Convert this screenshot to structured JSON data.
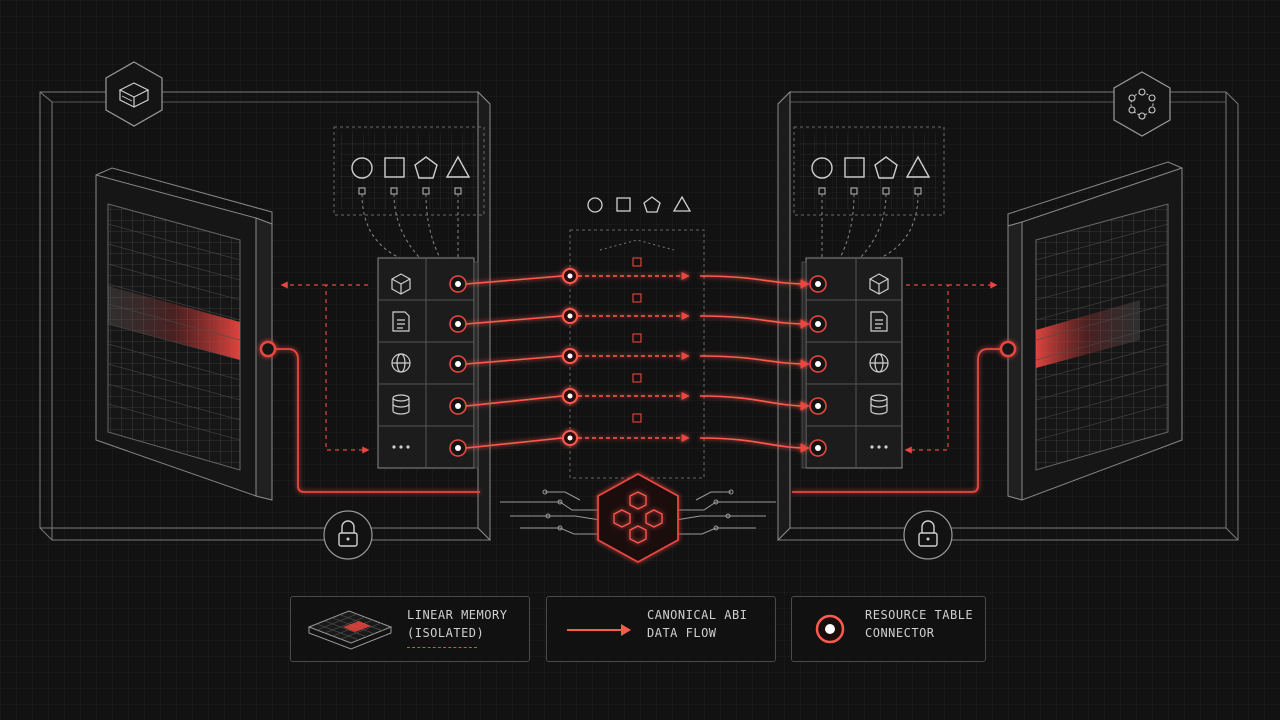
{
  "colors": {
    "background": "#121212",
    "line": "#8a8a8a",
    "accent_red": "#e8463f",
    "glow_red": "#ff5a4e"
  },
  "components": [
    {
      "side": "left",
      "badge_icon": "box-stack-icon",
      "lock_icon": "lock-icon"
    },
    {
      "side": "right",
      "badge_icon": "node-ring-icon",
      "lock_icon": "lock-icon"
    }
  ],
  "type_shapes": [
    "circle",
    "square",
    "pentagon",
    "triangle"
  ],
  "resource_rows": [
    "cube-icon",
    "document-icon",
    "globe-icon",
    "database-icon",
    "ellipsis-icon"
  ],
  "center_hub_icon": "cube-cluster-icon",
  "legend": {
    "memory": {
      "line1": "LINEAR MEMORY",
      "line2": "(ISOLATED)",
      "icon": "memory-grid-icon"
    },
    "flow": {
      "line1": "CANONICAL ABI",
      "line2": "DATA FLOW",
      "icon": "arrow-icon"
    },
    "resource": {
      "line1": "RESOURCE TABLE",
      "line2": "CONNECTOR",
      "icon": "connector-ring-icon"
    }
  }
}
